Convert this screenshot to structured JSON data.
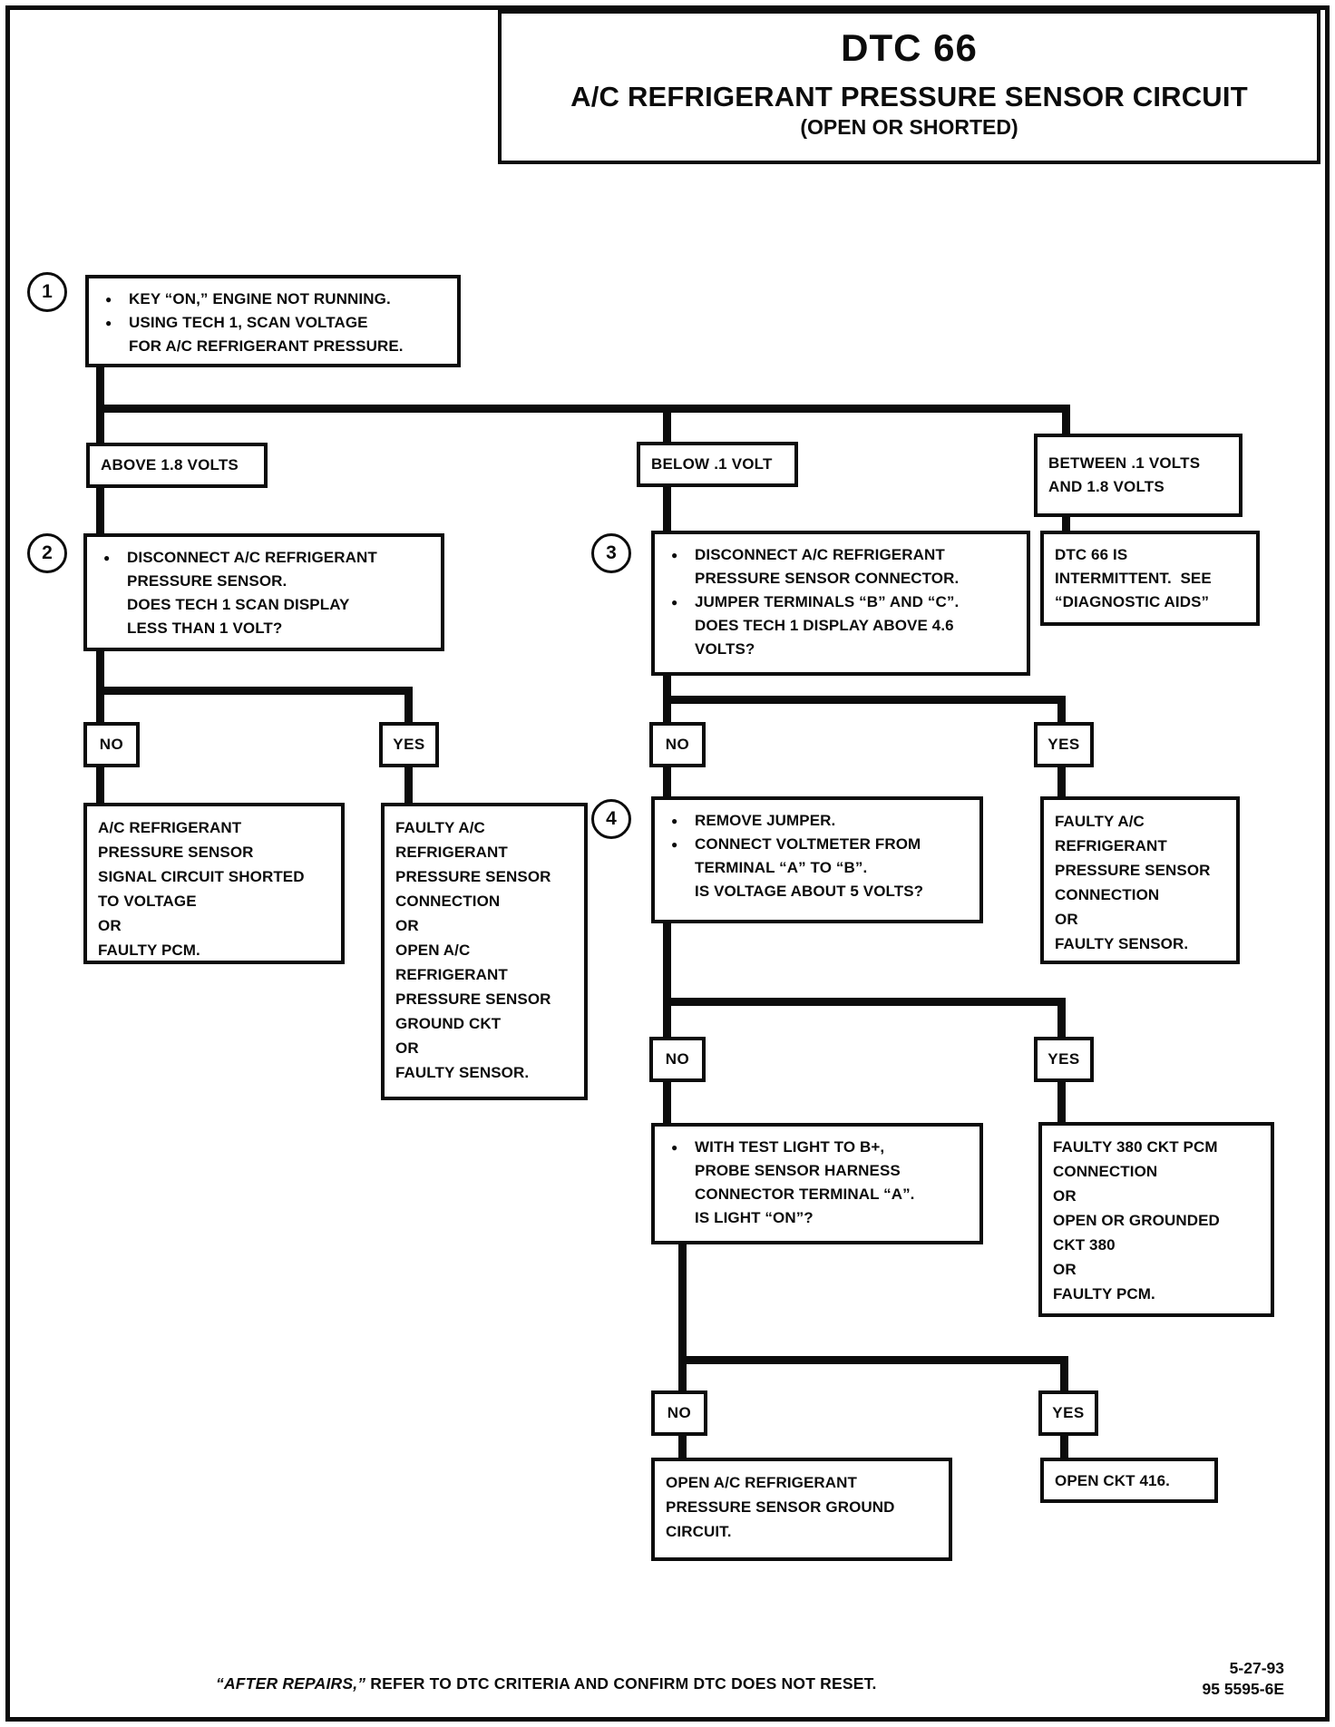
{
  "title": {
    "code": "DTC 66",
    "line1": "A/C REFRIGERANT PRESSURE SENSOR CIRCUIT",
    "line2": "(OPEN OR SHORTED)"
  },
  "glyphs": {
    "bullet": "●"
  },
  "flow": {
    "labels": {
      "no": "NO",
      "yes": "YES"
    },
    "step1": {
      "num": "1",
      "items": [
        "KEY “ON,” ENGINE NOT RUNNING.",
        "USING TECH 1, SCAN VOLTAGE\nFOR A/C REFRIGERANT PRESSURE."
      ]
    },
    "branches": {
      "above": "ABOVE 1.8 VOLTS",
      "below": "BELOW .1 VOLT",
      "between": "BETWEEN .1 VOLTS\nAND 1.8 VOLTS"
    },
    "step2": {
      "num": "2",
      "items": [
        "DISCONNECT A/C REFRIGERANT\nPRESSURE SENSOR.\nDOES TECH 1 SCAN DISPLAY\nLESS THAN 1 VOLT?"
      ]
    },
    "step3": {
      "num": "3",
      "items": [
        "DISCONNECT A/C REFRIGERANT\nPRESSURE SENSOR CONNECTOR.",
        "JUMPER TERMINALS “B” AND “C”.\nDOES TECH 1 DISPLAY ABOVE 4.6\nVOLTS?"
      ]
    },
    "intermittent": "DTC 66 IS\nINTERMITTENT.  SEE\n“DIAGNOSTIC AIDS”",
    "step4": {
      "num": "4",
      "items": [
        "REMOVE JUMPER.",
        "CONNECT VOLTMETER FROM\nTERMINAL “A” TO “B”.\nIS VOLTAGE ABOUT 5 VOLTS?"
      ]
    },
    "testlight": {
      "items": [
        "WITH TEST LIGHT TO B+,\nPROBE SENSOR HARNESS\nCONNECTOR TERMINAL “A”.\nIS LIGHT “ON”?"
      ]
    },
    "results": {
      "no1": "A/C REFRIGERANT\nPRESSURE SENSOR\nSIGNAL CIRCUIT SHORTED\nTO VOLTAGE\nOR\nFAULTY PCM.",
      "yes1": "FAULTY A/C\nREFRIGERANT\nPRESSURE SENSOR\nCONNECTION\nOR\nOPEN A/C\nREFRIGERANT\nPRESSURE SENSOR\nGROUND CKT\nOR\nFAULTY SENSOR.",
      "yes2": "FAULTY A/C\nREFRIGERANT\nPRESSURE SENSOR\nCONNECTION\nOR\nFAULTY SENSOR.",
      "yes3": "FAULTY 380 CKT PCM\nCONNECTION\nOR\nOPEN OR GROUNDED\nCKT 380\nOR\nFAULTY PCM.",
      "no4": "OPEN A/C REFRIGERANT\nPRESSURE SENSOR GROUND\nCIRCUIT.",
      "yes4": "OPEN CKT 416."
    }
  },
  "footer": {
    "italic": "“AFTER REPAIRS,”",
    "rest": " REFER TO DTC CRITERIA AND CONFIRM DTC DOES NOT RESET."
  },
  "revision": {
    "date": "5-27-93",
    "doc": "95 5595-6E"
  }
}
